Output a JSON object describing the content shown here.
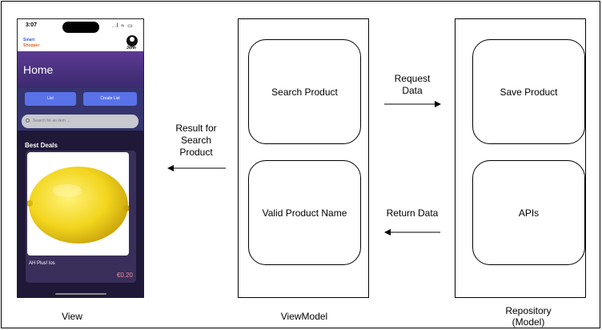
{
  "view": {
    "caption": "View",
    "phone": {
      "status_time": "3:07",
      "status_icons": "..l ≈ ▭",
      "brand_line1": "Smart",
      "brand_line2": "Shopper",
      "user_name": "John",
      "home_title": "Home",
      "list_button": "List",
      "create_list_button": "Create List",
      "search_placeholder": "Search for an item ...",
      "best_deals_title": "Best Deals",
      "product_name": "AH Plus! los",
      "product_price": "€0.20"
    }
  },
  "viewmodel": {
    "caption": "ViewModel",
    "boxes": [
      "Search Product",
      "Valid Product Name"
    ]
  },
  "repository": {
    "caption_line1": "Repository",
    "caption_line2": "(Model)",
    "boxes": [
      "Save Product",
      "APIs"
    ]
  },
  "arrows": {
    "result_line1": "Result for",
    "result_line2": "Search",
    "result_line3": "Product",
    "request_line1": "Request",
    "request_line2": "Data",
    "return": "Return Data"
  }
}
